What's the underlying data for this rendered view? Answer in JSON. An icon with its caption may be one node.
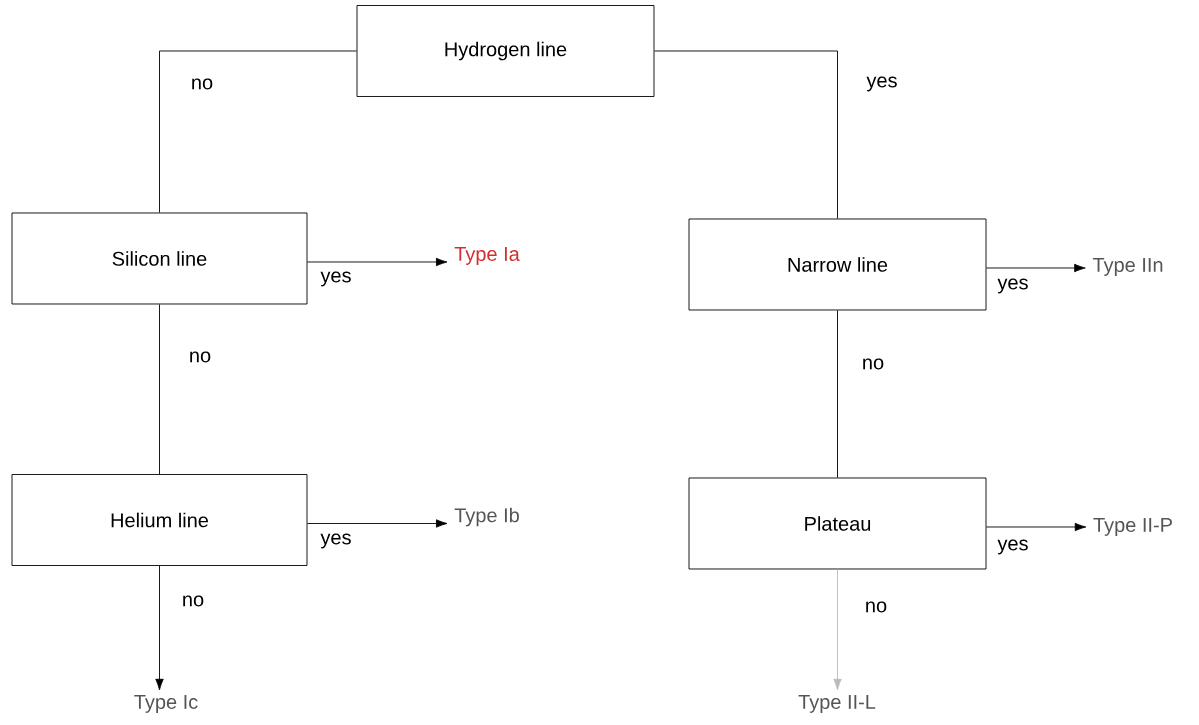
{
  "diagram": {
    "nodes": [
      {
        "text": [
          "Hydrogen line"
        ]
      },
      {
        "text": [
          "Silicon line"
        ]
      },
      {
        "text": [
          "Narrow line"
        ]
      },
      {
        "text": [
          "Type Ia"
        ]
      },
      {
        "text": [
          "Helium line"
        ]
      },
      {
        "text": [
          "Type IIn"
        ]
      },
      {
        "text": [
          "Plateau"
        ]
      },
      {
        "text": [
          "Type Ib"
        ]
      },
      {
        "text": [
          "Type II-P"
        ]
      },
      {
        "text": [
          "Type Ic"
        ]
      },
      {
        "text": [
          "Type II-L"
        ]
      }
    ],
    "edges": [
      {
        "from": 0,
        "to": 1,
        "arrow": "none",
        "label": "no"
      },
      {
        "from": 0,
        "to": 2,
        "arrow": "none",
        "label": "yes"
      },
      {
        "from": 1,
        "to": 3,
        "arrow": "to",
        "label": "yes"
      },
      {
        "from": 1,
        "to": 4,
        "arrow": "none",
        "label": "no"
      },
      {
        "from": 2,
        "to": 5,
        "arrow": "to",
        "label": "yes"
      },
      {
        "from": 2,
        "to": 6,
        "arrow": "none",
        "label": "no"
      },
      {
        "from": 4,
        "to": 7,
        "arrow": "to",
        "label": "yes"
      },
      {
        "from": 6,
        "to": 8,
        "arrow": "to",
        "label": "yes"
      },
      {
        "from": 4,
        "to": 9,
        "arrow": "to",
        "label": "no"
      },
      {
        "from": 6,
        "to": 10,
        "arrow": "to",
        "label": "no",
        "color": "#bbbbbb"
      }
    ]
  }
}
